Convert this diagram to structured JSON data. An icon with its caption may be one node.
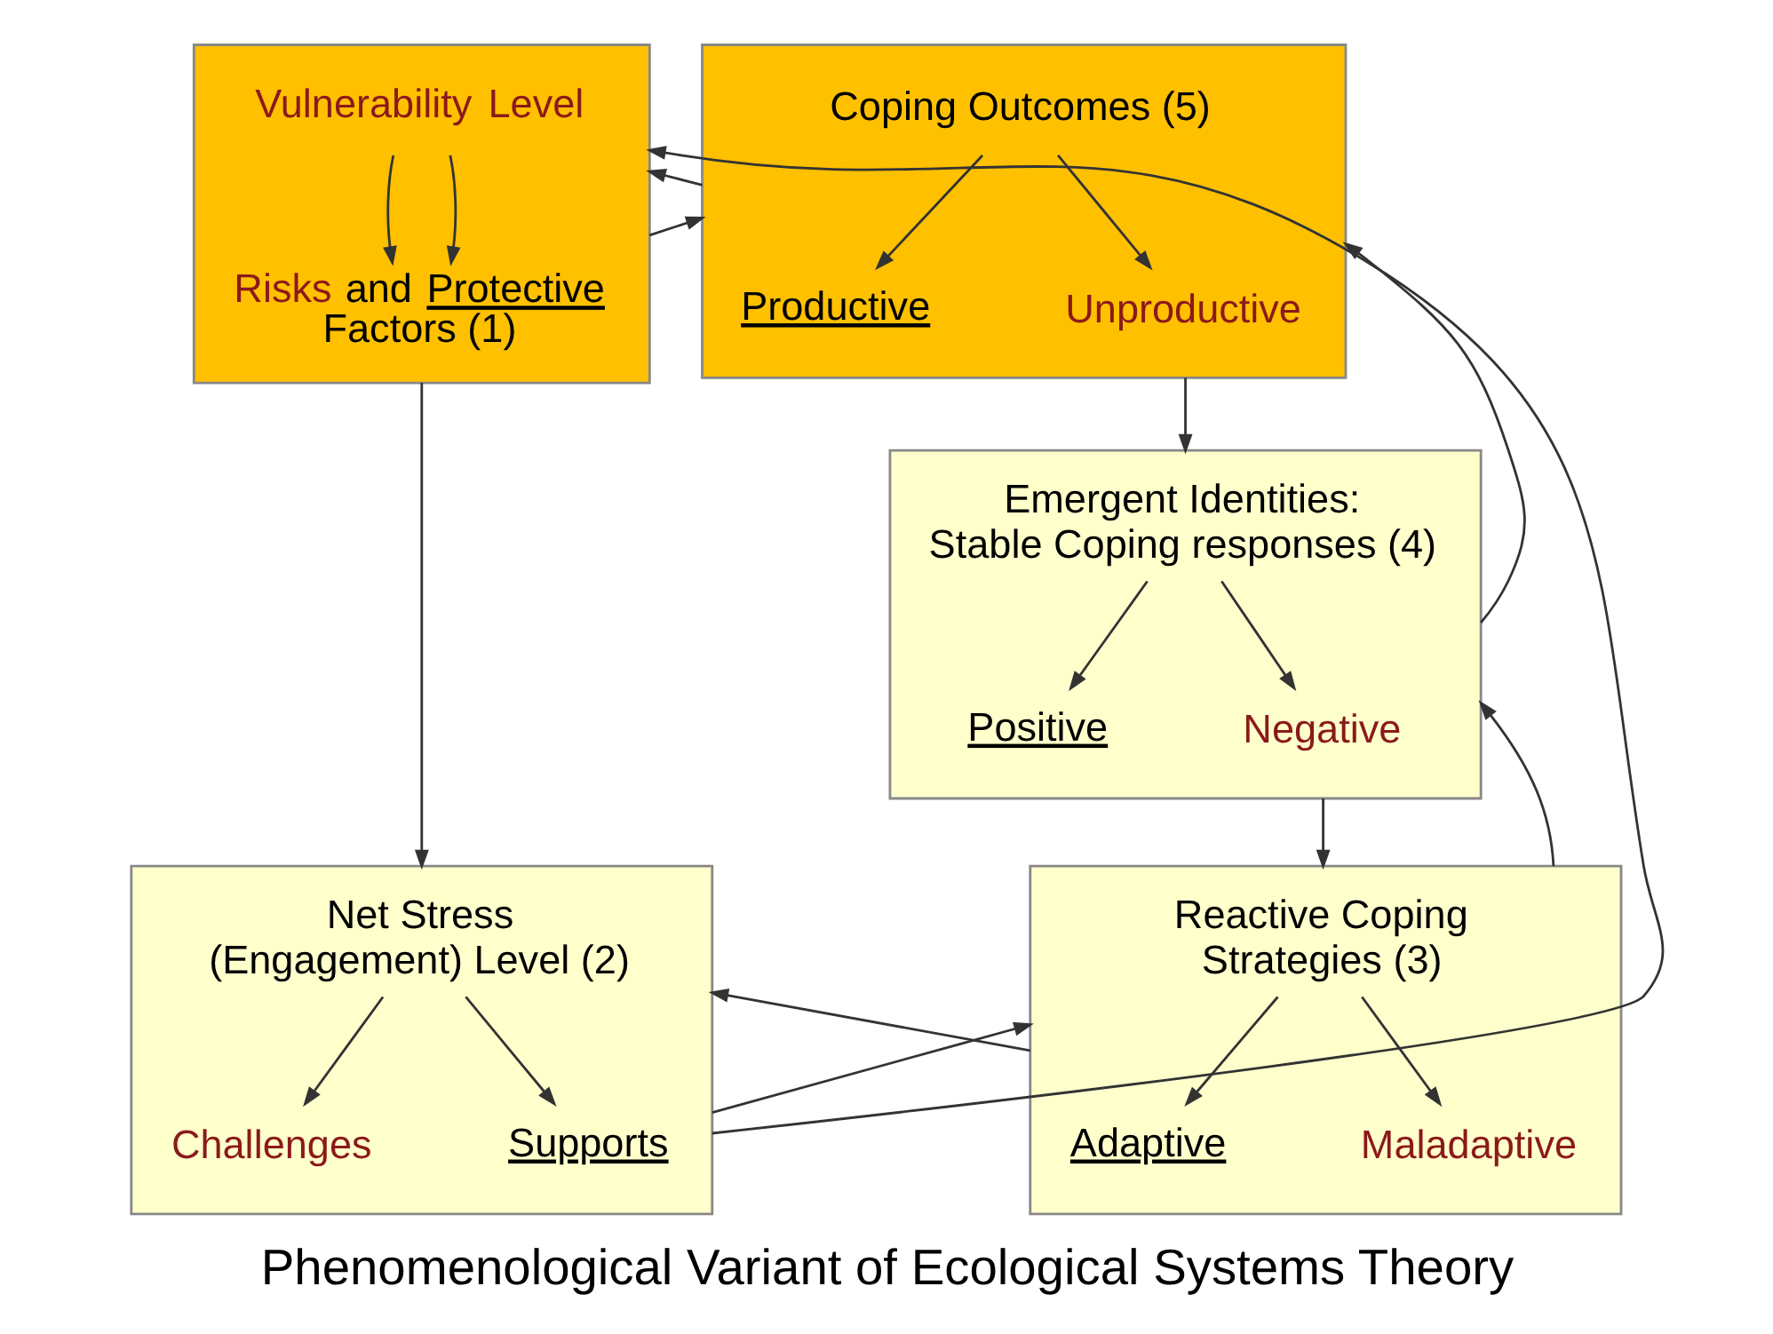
{
  "diagram": {
    "caption": "Phenomenological Variant of Ecological Systems Theory",
    "nodes": [
      {
        "text": [],
        "shape": "box"
      },
      {
        "text": [
          "Vulnerability Level"
        ],
        "in": 0
      },
      {
        "text": [
          "Risks and Protective Factors (1)"
        ],
        "in": 0
      },
      {
        "text": [],
        "shape": "box"
      },
      {
        "text": [
          "Coping Outcomes (5)"
        ],
        "in": 3
      },
      {
        "text": [
          "Productive"
        ],
        "in": 3
      },
      {
        "text": [
          "Unproductive"
        ],
        "in": 3
      },
      {
        "text": [],
        "shape": "box"
      },
      {
        "text": [
          "Emergent Identities: Stable Coping responses (4)"
        ],
        "in": 7
      },
      {
        "text": [
          "Positive"
        ],
        "in": 7
      },
      {
        "text": [
          "Negative"
        ],
        "in": 7
      },
      {
        "text": [],
        "shape": "box"
      },
      {
        "text": [
          "Net Stress (Engagement) Level (2)"
        ],
        "in": 11
      },
      {
        "text": [
          "Challenges"
        ],
        "in": 11
      },
      {
        "text": [
          "Supports"
        ],
        "in": 11
      },
      {
        "text": [],
        "shape": "box"
      },
      {
        "text": [
          "Reactive Coping Strategies (3)"
        ],
        "in": 15
      },
      {
        "text": [
          "Adaptive"
        ],
        "in": 15
      },
      {
        "text": [
          "Maladaptive"
        ],
        "in": 15
      }
    ],
    "edges": [
      {
        "from": 1,
        "to": 2,
        "arrow": "to"
      },
      {
        "from": 1,
        "to": 2,
        "arrow": "to"
      },
      {
        "from": 4,
        "to": 5,
        "arrow": "to"
      },
      {
        "from": 4,
        "to": 6,
        "arrow": "to"
      },
      {
        "from": 8,
        "to": 9,
        "arrow": "to"
      },
      {
        "from": 8,
        "to": 10,
        "arrow": "to"
      },
      {
        "from": 12,
        "to": 13,
        "arrow": "to"
      },
      {
        "from": 12,
        "to": 14,
        "arrow": "to"
      },
      {
        "from": 16,
        "to": 17,
        "arrow": "to"
      },
      {
        "from": 16,
        "to": 18,
        "arrow": "to"
      },
      {
        "from": 0,
        "to": 3,
        "arrow": "to"
      },
      {
        "from": 3,
        "to": 0,
        "arrow": "to"
      },
      {
        "from": 0,
        "to": 11,
        "arrow": "to"
      },
      {
        "from": 11,
        "to": 0,
        "arrow": "to"
      },
      {
        "from": 11,
        "to": 15,
        "arrow": "to"
      },
      {
        "from": 15,
        "to": 11,
        "arrow": "to"
      },
      {
        "from": 7,
        "to": 15,
        "arrow": "to"
      },
      {
        "from": 15,
        "to": 7,
        "arrow": "to"
      },
      {
        "from": 3,
        "to": 7,
        "arrow": "to"
      },
      {
        "from": 7,
        "to": 3,
        "arrow": "to"
      }
    ]
  }
}
